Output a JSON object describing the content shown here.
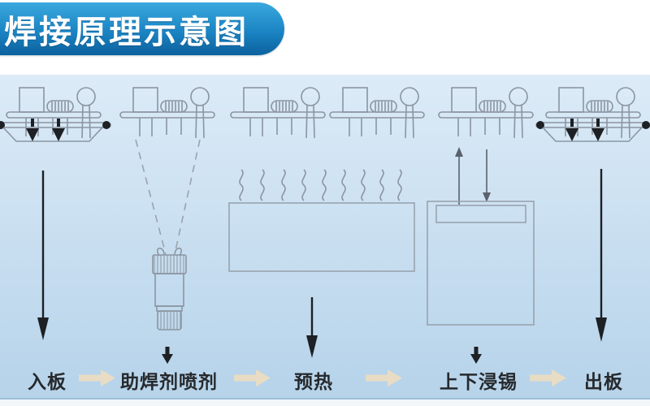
{
  "header": {
    "title": "焊接原理示意图"
  },
  "flow": {
    "steps": [
      {
        "label": "入板"
      },
      {
        "label": "助焊剂喷剂"
      },
      {
        "label": "预热"
      },
      {
        "label": "上下浸锡"
      },
      {
        "label": "出板"
      }
    ]
  },
  "colors": {
    "banner-top": "#3aa9de",
    "banner-mid": "#1b85c4",
    "banner-bottom": "#0c619d",
    "bg-top": "#dcebf7",
    "bg-bottom": "#b6d3ea",
    "line": "#8b95a1",
    "line-soft": "#99a3ae",
    "dark": "#1d2024",
    "arrow-gray": "#5a626b",
    "flow-arrow": "#e8dcc4",
    "label-text": "#26292c",
    "title-text": "#ffffff",
    "footer-bg": "#f3f6f9",
    "stage-edge": "#9dbfd9"
  }
}
